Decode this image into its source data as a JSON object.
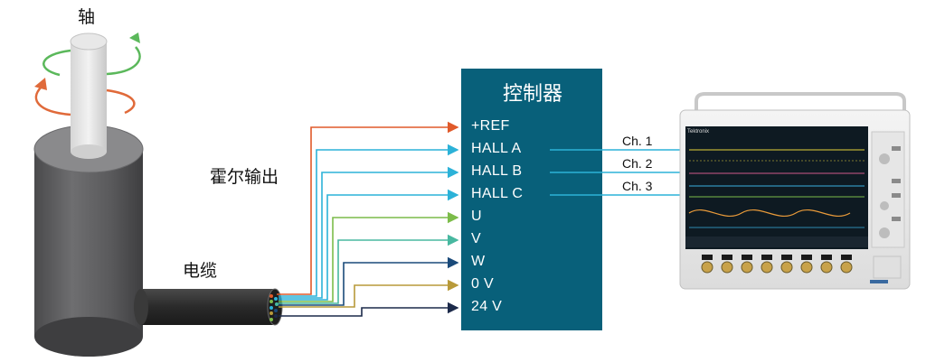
{
  "labels": {
    "axis": "轴",
    "hall_outputs": "霍尔输出",
    "cable": "电缆",
    "controller_title": "控制器"
  },
  "controller_pins": [
    "+REF",
    "HALL A",
    "HALL B",
    "HALL C",
    "U",
    "V",
    "W",
    "0 V",
    "24 V"
  ],
  "channels": [
    "Ch. 1",
    "Ch. 2",
    "Ch. 3"
  ],
  "scope_brand": "Tektronix",
  "colors": {
    "controller_bg": "#08607a",
    "ref_wire": "#e05a2a",
    "hall_wire": "#2cb2d8",
    "uv_wire": "#7cbc4a",
    "uv_wire2": "#48b8a0",
    "w_wire": "#1a4a7a",
    "zero_v_wire": "#b89a3a",
    "v24_wire": "#1c2a4a",
    "rotation_green": "#5bb85b",
    "rotation_orange": "#e06a3a"
  }
}
